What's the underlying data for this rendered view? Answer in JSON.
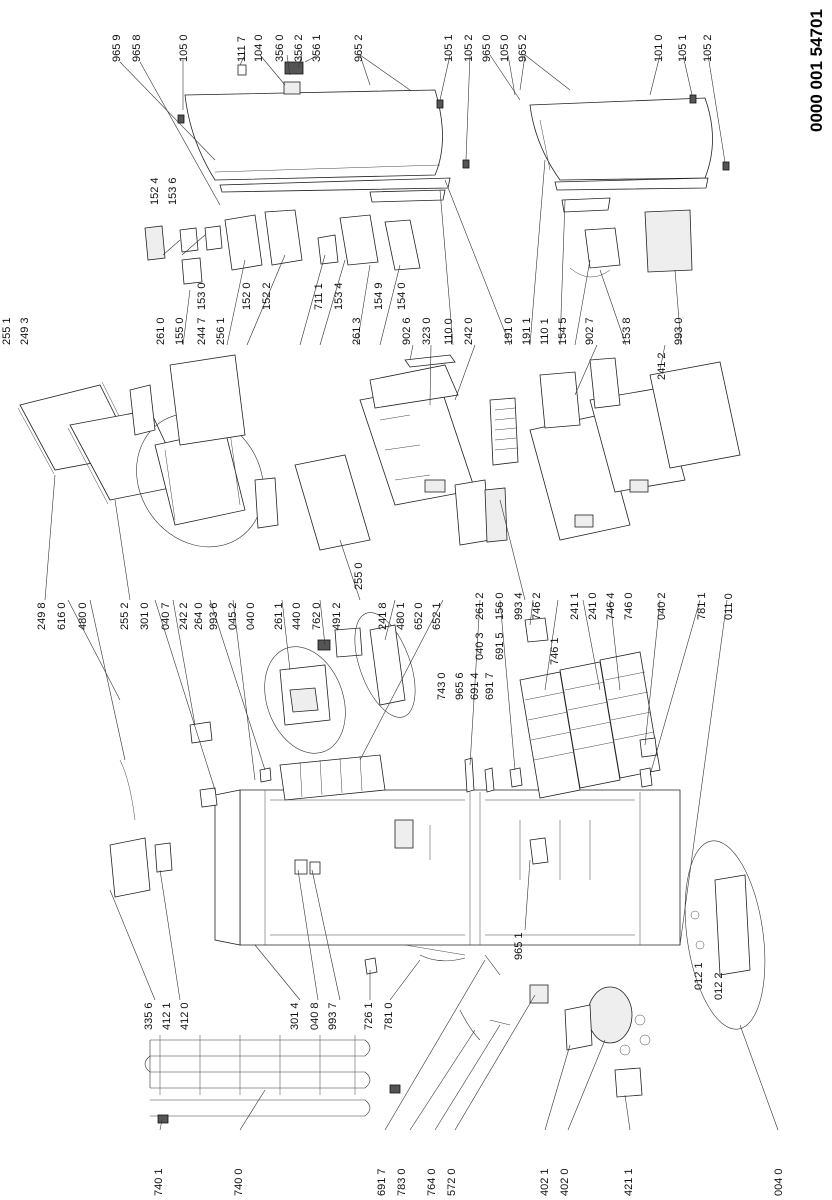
{
  "document_number": "0000 001 54701",
  "labels_top": [
    "965 9",
    "965 8",
    "105 0",
    "111 7",
    "104 0",
    "356 0",
    "356 2",
    "356 1",
    "965 2",
    "105 1",
    "105 2",
    "965 0",
    "105 0",
    "965 2",
    "101 0",
    "105 1",
    "105 2"
  ],
  "labels_row2": [
    "152 4",
    "153 6",
    "255 1",
    "249 3",
    "261 0",
    "155 0",
    "244 7",
    "153 0",
    "256 1",
    "152 0",
    "152 2",
    "711 1",
    "261 3",
    "153 4",
    "154 9",
    "902 6",
    "323 0",
    "154 0",
    "110 0",
    "242 0",
    "191 0",
    "191 1",
    "110 1",
    "154 5",
    "902 7",
    "153 8",
    "241 2",
    "993 0"
  ],
  "labels_row3": [
    "249 8",
    "616 0",
    "480 0",
    "255 2",
    "301 0",
    "040 7",
    "242 2",
    "264 0",
    "993 6",
    "045 2",
    "040 0",
    "261 1",
    "440 0",
    "762 0",
    "491 2",
    "255 0",
    "241 8",
    "480 1",
    "652 0",
    "652 1",
    "743 0",
    "965 6",
    "691 4",
    "691 7",
    "040 3",
    "691 5",
    "261 2",
    "156 0",
    "993 4",
    "746 2",
    "746 1",
    "241 1",
    "241 0",
    "746 4",
    "746 0",
    "040 2",
    "781 1",
    "011 0"
  ],
  "labels_row4": [
    "335 6",
    "412 1",
    "412 0",
    "301 4",
    "040 8",
    "993 7",
    "726 1",
    "781 0",
    "965 1",
    "012 1",
    "012 2"
  ],
  "labels_bottom": [
    "740 1",
    "740 0",
    "691 7",
    "783 0",
    "764 0",
    "572 0",
    "402 1",
    "402 0",
    "421 1",
    "004 0"
  ]
}
